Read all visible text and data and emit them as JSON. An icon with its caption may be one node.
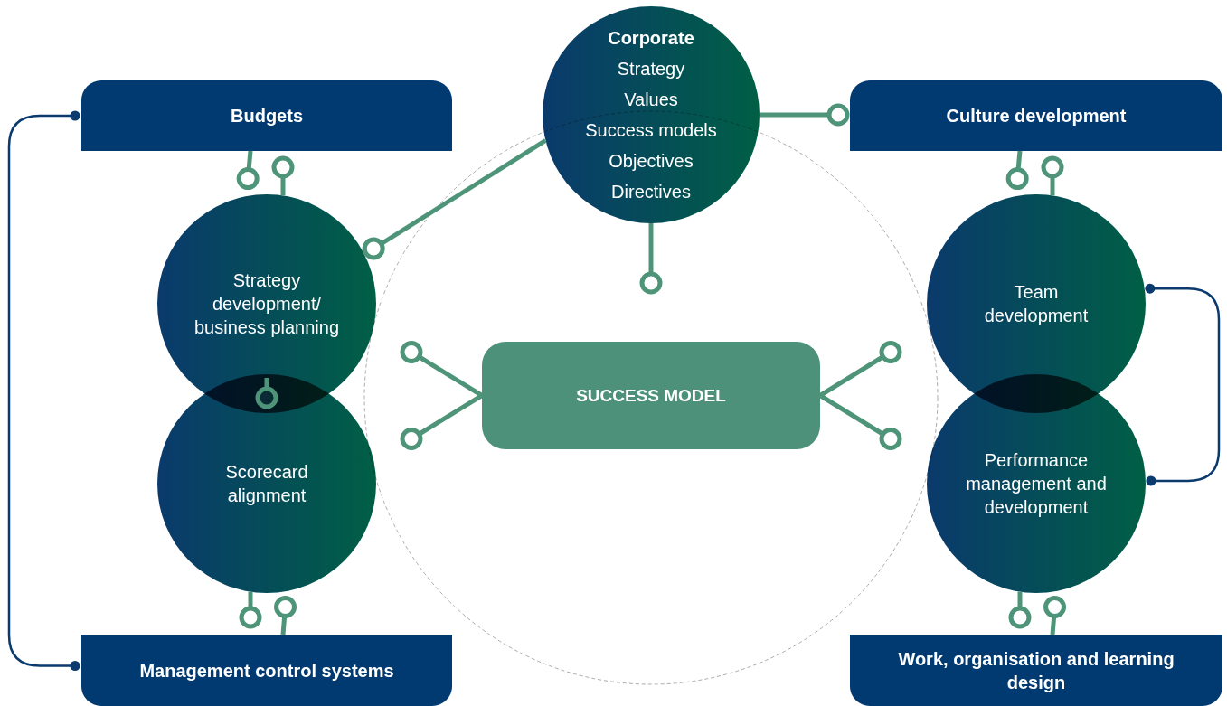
{
  "diagram": {
    "nodes": [
      {
        "text": [
          "Corporate",
          "Strategy",
          "Values",
          "Success models",
          "Objectives",
          "Directives"
        ]
      },
      {
        "text": [
          "Budgets"
        ]
      },
      {
        "text": [
          "Culture development"
        ]
      },
      {
        "text": [
          "Strategy development/ business planning"
        ]
      },
      {
        "text": [
          "Scorecard alignment"
        ]
      },
      {
        "text": [
          "Team development"
        ]
      },
      {
        "text": [
          "Performance management and development"
        ]
      },
      {
        "text": [
          "Management control systems"
        ]
      },
      {
        "text": [
          "Work, organisation and learning design"
        ]
      },
      {
        "text": [
          "SUCCESS MODEL"
        ]
      }
    ],
    "edges": [
      {
        "from": 0,
        "to": 3,
        "arrow": "other"
      },
      {
        "from": 0,
        "to": 2,
        "arrow": "other"
      },
      {
        "from": 0,
        "to": null,
        "arrow": "other"
      },
      {
        "from": 9,
        "to": null,
        "arrow": "other"
      },
      {
        "from": 9,
        "to": null,
        "arrow": "other"
      },
      {
        "from": 9,
        "to": null,
        "arrow": "other"
      },
      {
        "from": 9,
        "to": null,
        "arrow": "other"
      },
      {
        "from": 1,
        "to": 3,
        "arrow": "other"
      },
      {
        "from": 3,
        "to": 1,
        "arrow": "other"
      },
      {
        "from": 3,
        "to": 4,
        "arrow": "other"
      },
      {
        "from": 4,
        "to": 7,
        "arrow": "other"
      },
      {
        "from": 7,
        "to": 4,
        "arrow": "other"
      },
      {
        "from": 2,
        "to": 5,
        "arrow": "other"
      },
      {
        "from": 5,
        "to": 2,
        "arrow": "other"
      },
      {
        "from": 6,
        "to": 8,
        "arrow": "other"
      },
      {
        "from": 8,
        "to": 6,
        "arrow": "other"
      },
      {
        "from": 1,
        "to": 7,
        "arrow": "other",
        "color": "#0a3a6e"
      },
      {
        "from": 5,
        "to": 6,
        "arrow": "other",
        "color": "#0a3a6e"
      }
    ]
  }
}
